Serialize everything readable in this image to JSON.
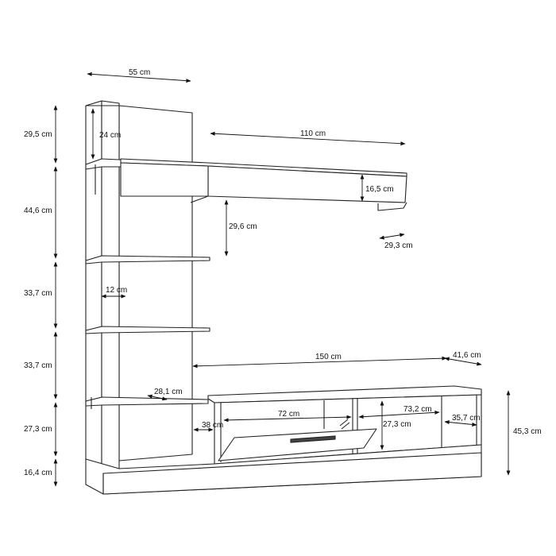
{
  "diagram": {
    "dimensions": {
      "top_width": "55 cm",
      "side_column_top": "24 cm",
      "wall_shelf_width": "110 cm",
      "wall_shelf_height": "16,5 cm",
      "shelf_gap": "29,6 cm",
      "wall_shelf_depth": "29,3 cm",
      "column_depth": "12 cm",
      "tv_unit_width": "150 cm",
      "tv_unit_depth": "41,6 cm",
      "low_shelf_depth": "28,1 cm",
      "left_section_width": "72 cm",
      "right_section_width": "73,2 cm",
      "inner_height": "27,3 cm",
      "right_compartment_depth": "35,7 cm",
      "door_height": "38 cm",
      "total_unit_height": "45,3 cm"
    },
    "height_column": [
      "29,5 cm",
      "44,6 cm",
      "33,7 cm",
      "33,7 cm",
      "27,3 cm",
      "16,4 cm"
    ]
  }
}
